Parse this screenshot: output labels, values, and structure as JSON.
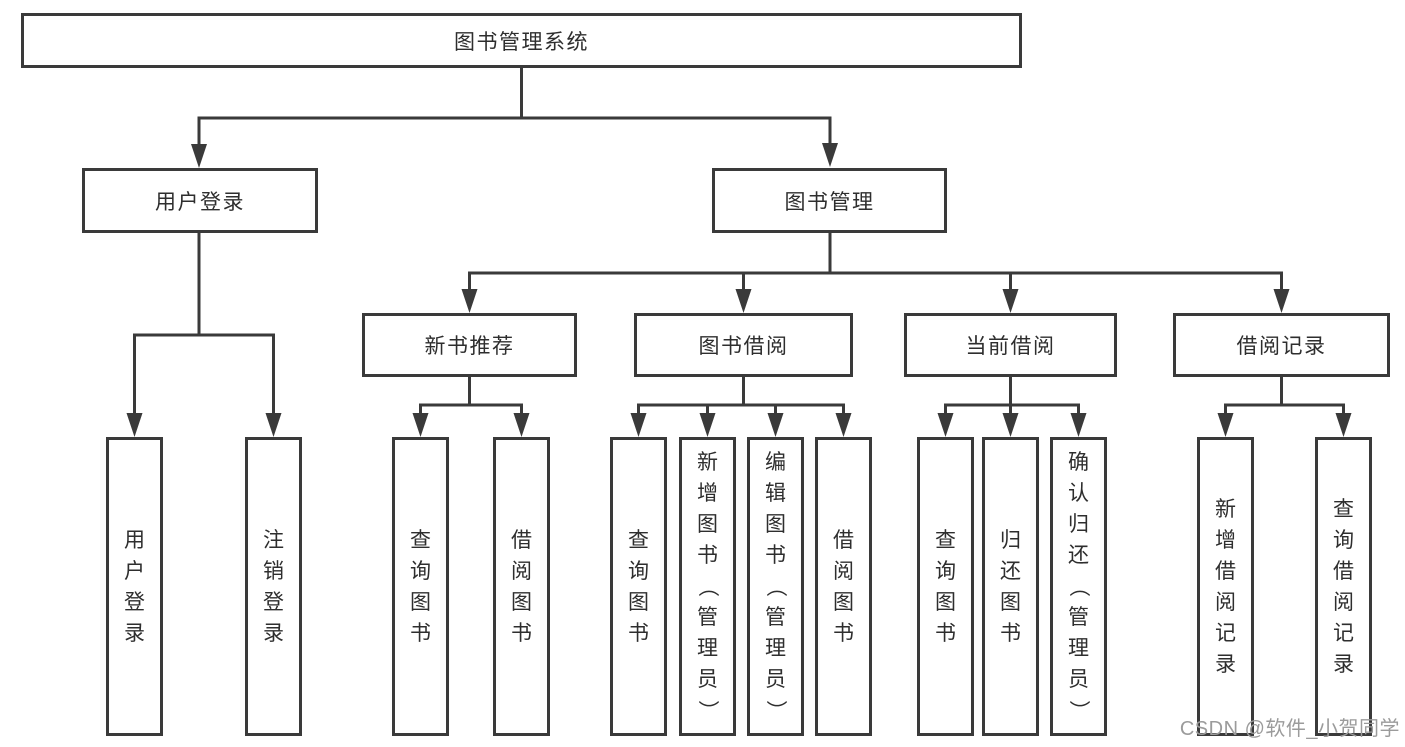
{
  "tree": {
    "label": "图书管理系统",
    "children": [
      {
        "label": "用户登录",
        "children": [
          {
            "label": "用户登录"
          },
          {
            "label": "注销登录"
          }
        ]
      },
      {
        "label": "图书管理",
        "children": [
          {
            "label": "新书推荐",
            "children": [
              {
                "label": "查询图书"
              },
              {
                "label": "借阅图书"
              }
            ]
          },
          {
            "label": "图书借阅",
            "children": [
              {
                "label": "查询图书"
              },
              {
                "label": "新增图书（管理员）"
              },
              {
                "label": "编辑图书（管理员）"
              },
              {
                "label": "借阅图书"
              }
            ]
          },
          {
            "label": "当前借阅",
            "children": [
              {
                "label": "查询图书"
              },
              {
                "label": "归还图书"
              },
              {
                "label": "确认归还（管理员）"
              }
            ]
          },
          {
            "label": "借阅记录",
            "children": [
              {
                "label": "新增借阅记录"
              },
              {
                "label": "查询借阅记录"
              }
            ]
          }
        ]
      }
    ]
  },
  "watermark": {
    "text": "CSDN @软件_小贺同学"
  },
  "colors": {
    "line": "#3a3a3a",
    "text": "#2e2e2e",
    "box_fill": "#ffffff",
    "watermark": "#9b9b9b",
    "background": "#ffffff"
  }
}
